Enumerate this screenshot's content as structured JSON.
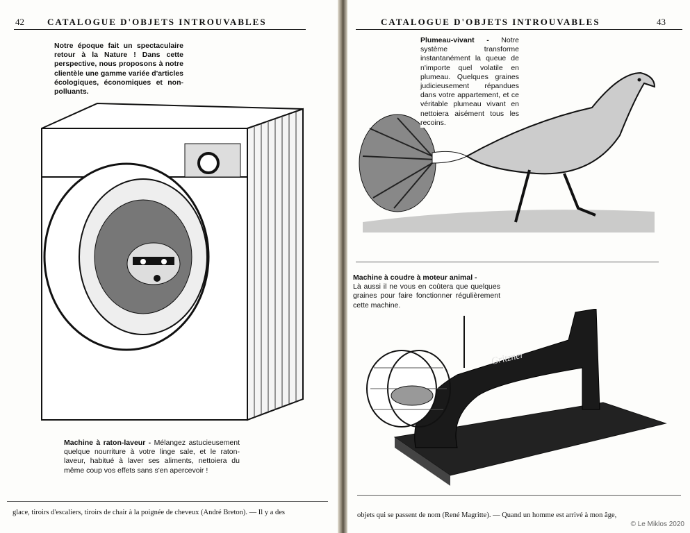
{
  "left_page": {
    "page_number": "42",
    "running_title": "CATALOGUE D'OBJETS INTROUVABLES",
    "intro": "Notre époque fait un spectaculaire retour à la Nature ! Dans cette perspective, nous proposons à notre clientèle une gamme variée d'articles écologiques, économiques et non-polluants.",
    "item_title": "Machine à raton-laveur -",
    "item_text": "Mélangez astucieusement quelque nourriture à votre linge sale, et le raton-laveur, habitué à laver ses aliments, nettoiera du même coup vos effets sans s'en apercevoir !",
    "footer": "glace, tiroirs d'escaliers, tiroirs de chair à la poignée de cheveux (André Breton). — Il y a des"
  },
  "right_page": {
    "page_number": "43",
    "running_title": "CATALOGUE D'OBJETS INTROUVABLES",
    "item1_title": "Plumeau-vivant -",
    "item1_text": "Notre système transforme instantanément la queue de n'importe quel volatile en plumeau. Quelques graines judicieusement répandues dans votre appartement, et ce véritable plumeau vivant en nettoiera aisément tous les recoins.",
    "item2_title": "Machine à coudre à moteur animal -",
    "item2_text": "Là aussi il ne vous en coûtera que quelques graines pour faire fonctionner régulièrement cette machine.",
    "machine_brand": "Gritzner",
    "footer": "objets qui se passent de nom (René Magritte). — Quand un homme est arrivé à mon âge,"
  },
  "copyright": "© Le Miklos 2020"
}
